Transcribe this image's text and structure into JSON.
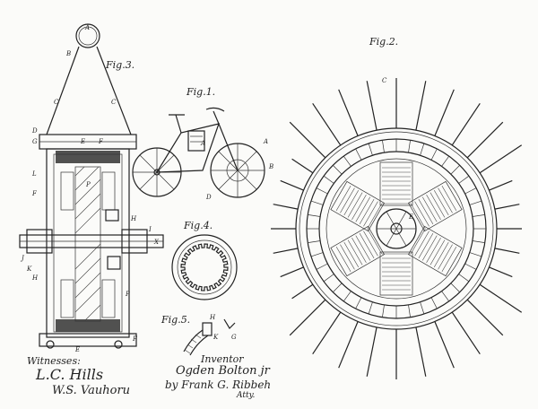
{
  "figures": {
    "fig1": "Fig.1.",
    "fig2": "Fig.2.",
    "fig3": "Fig.3.",
    "fig4": "Fig.4.",
    "fig5": "Fig.5."
  },
  "witnesses": {
    "heading": "Witnesses:",
    "signature_1": "L.C. Hills",
    "signature_2": "W.S. Vauhoru"
  },
  "inventor": {
    "heading": "Inventor",
    "name": "Ogden Bolton jr",
    "attorney_line": "by Frank G. Ribbeh",
    "attorney_suffix": "Atty."
  },
  "reference_letters": {
    "A": "A",
    "B": "B",
    "C": "C",
    "D": "D",
    "E": "E",
    "F": "F",
    "G": "G",
    "H": "H",
    "I": "I",
    "J": "J",
    "K": "K",
    "L": "L",
    "P": "P",
    "X": "X"
  }
}
